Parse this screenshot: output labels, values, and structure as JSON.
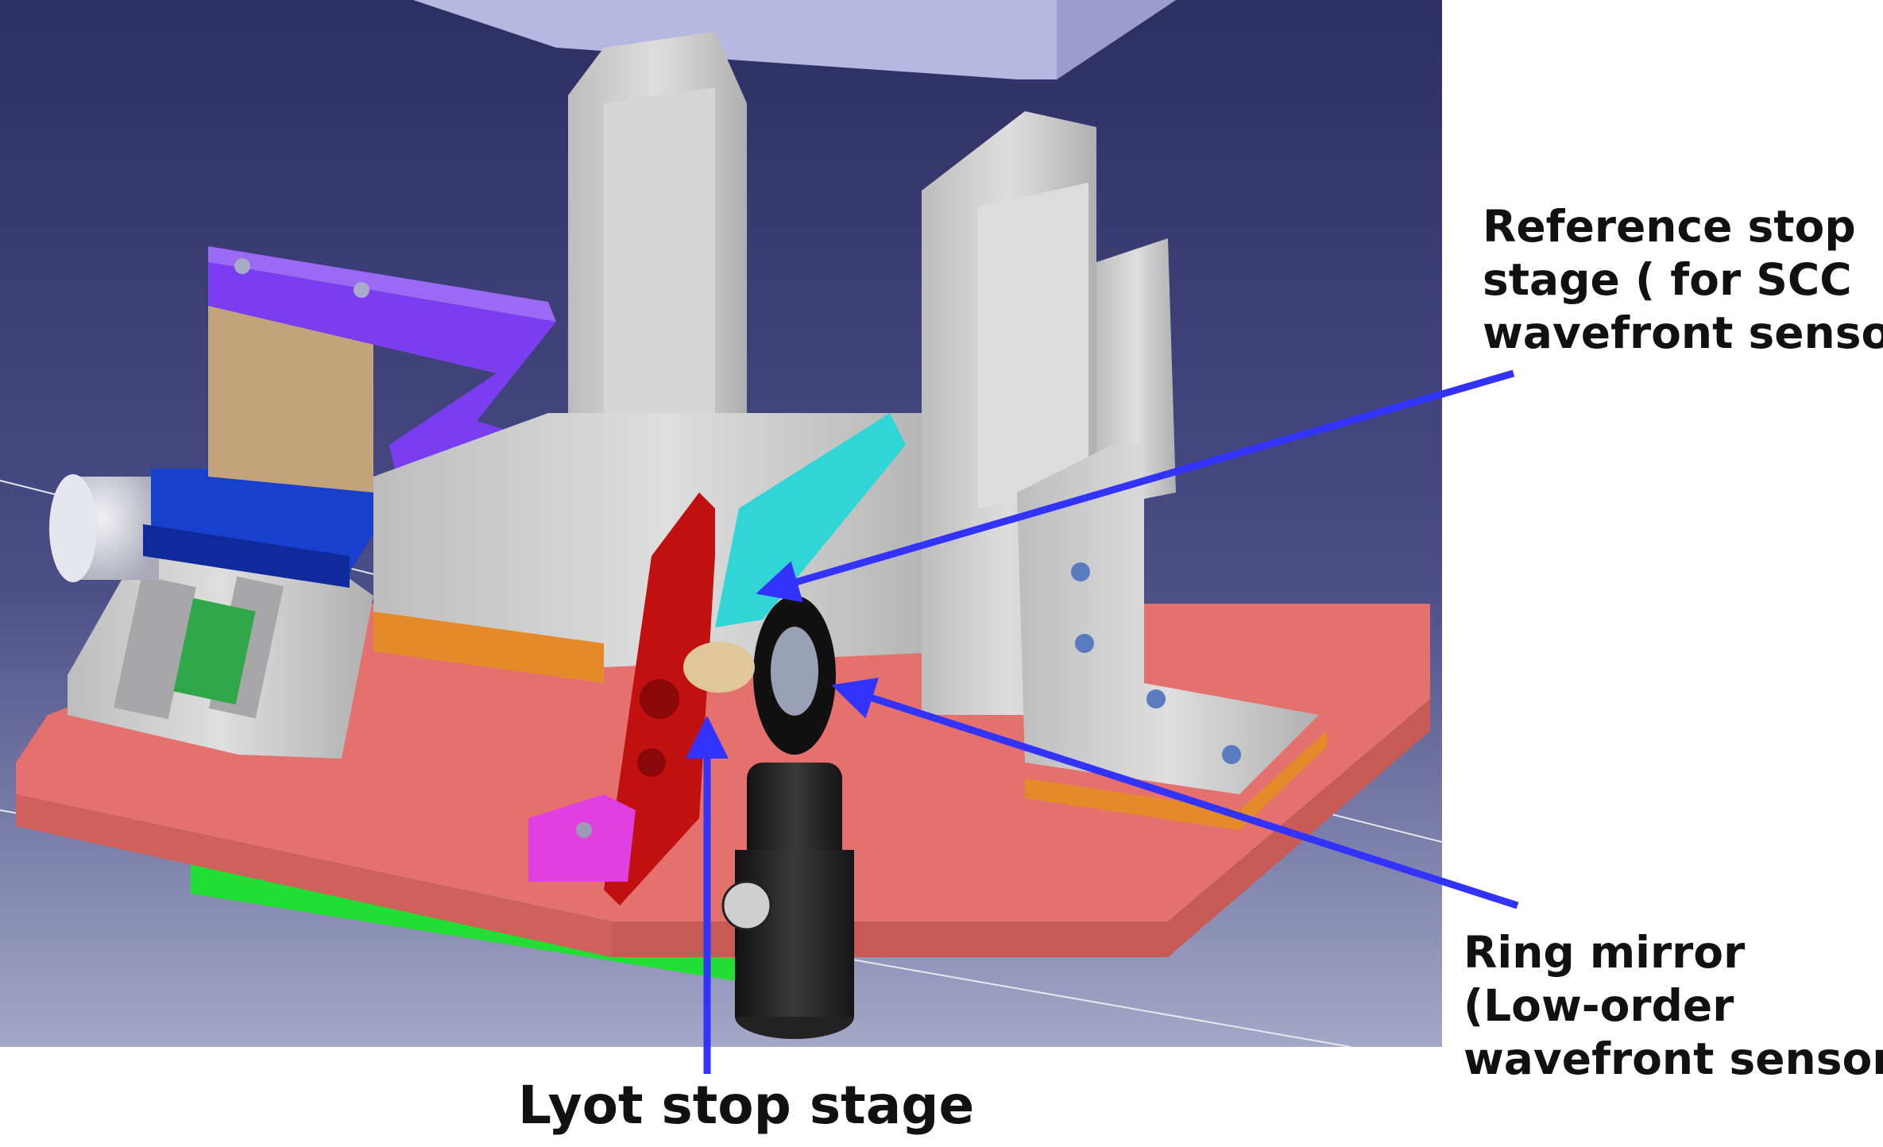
{
  "labels": {
    "reference_stop": [
      "Reference stop",
      "stage ( for SCC",
      "wavefront sensor)"
    ],
    "ring_mirror": [
      "Ring mirror",
      "(Low-order",
      "wavefront sensor)"
    ],
    "lyot_stop": "Lyot stop stage"
  },
  "colors": {
    "background_top": "#2d2f63",
    "background_bottom": "#a4a7c6",
    "arrow": "#3333ff",
    "base_plate": "#e4716d",
    "green_block": "#22dd33",
    "purple_arm": "#7b3df0",
    "tan_panel": "#c3a47a",
    "blue_block": "#1840cc",
    "red_mount": "#c01010",
    "magenta_block": "#e040e0",
    "cyan_arm": "#30d6d6",
    "grey_parts": "#c9c9c9",
    "lavender_plate": "#b7b8e0",
    "black_post": "#1e1e1e"
  }
}
